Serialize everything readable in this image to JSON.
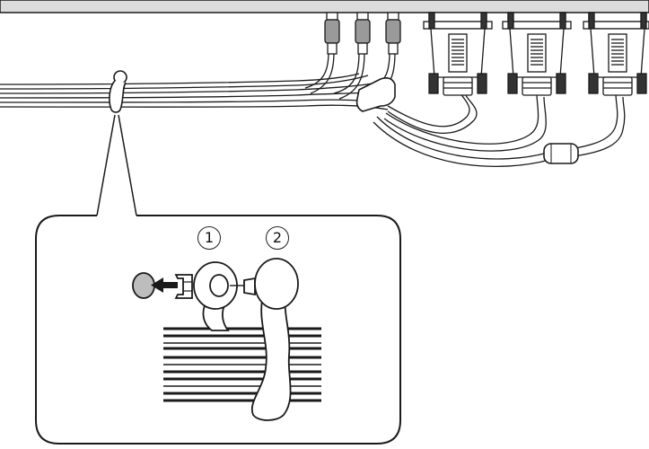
{
  "diagram": {
    "panel_color": "#dcdcdc",
    "line_color": "#1a1a1a",
    "connectors": {
      "audio_plugs": 3,
      "vga_connectors": 3
    },
    "inset_steps": [
      {
        "label": "1"
      },
      {
        "label": "2"
      }
    ]
  }
}
